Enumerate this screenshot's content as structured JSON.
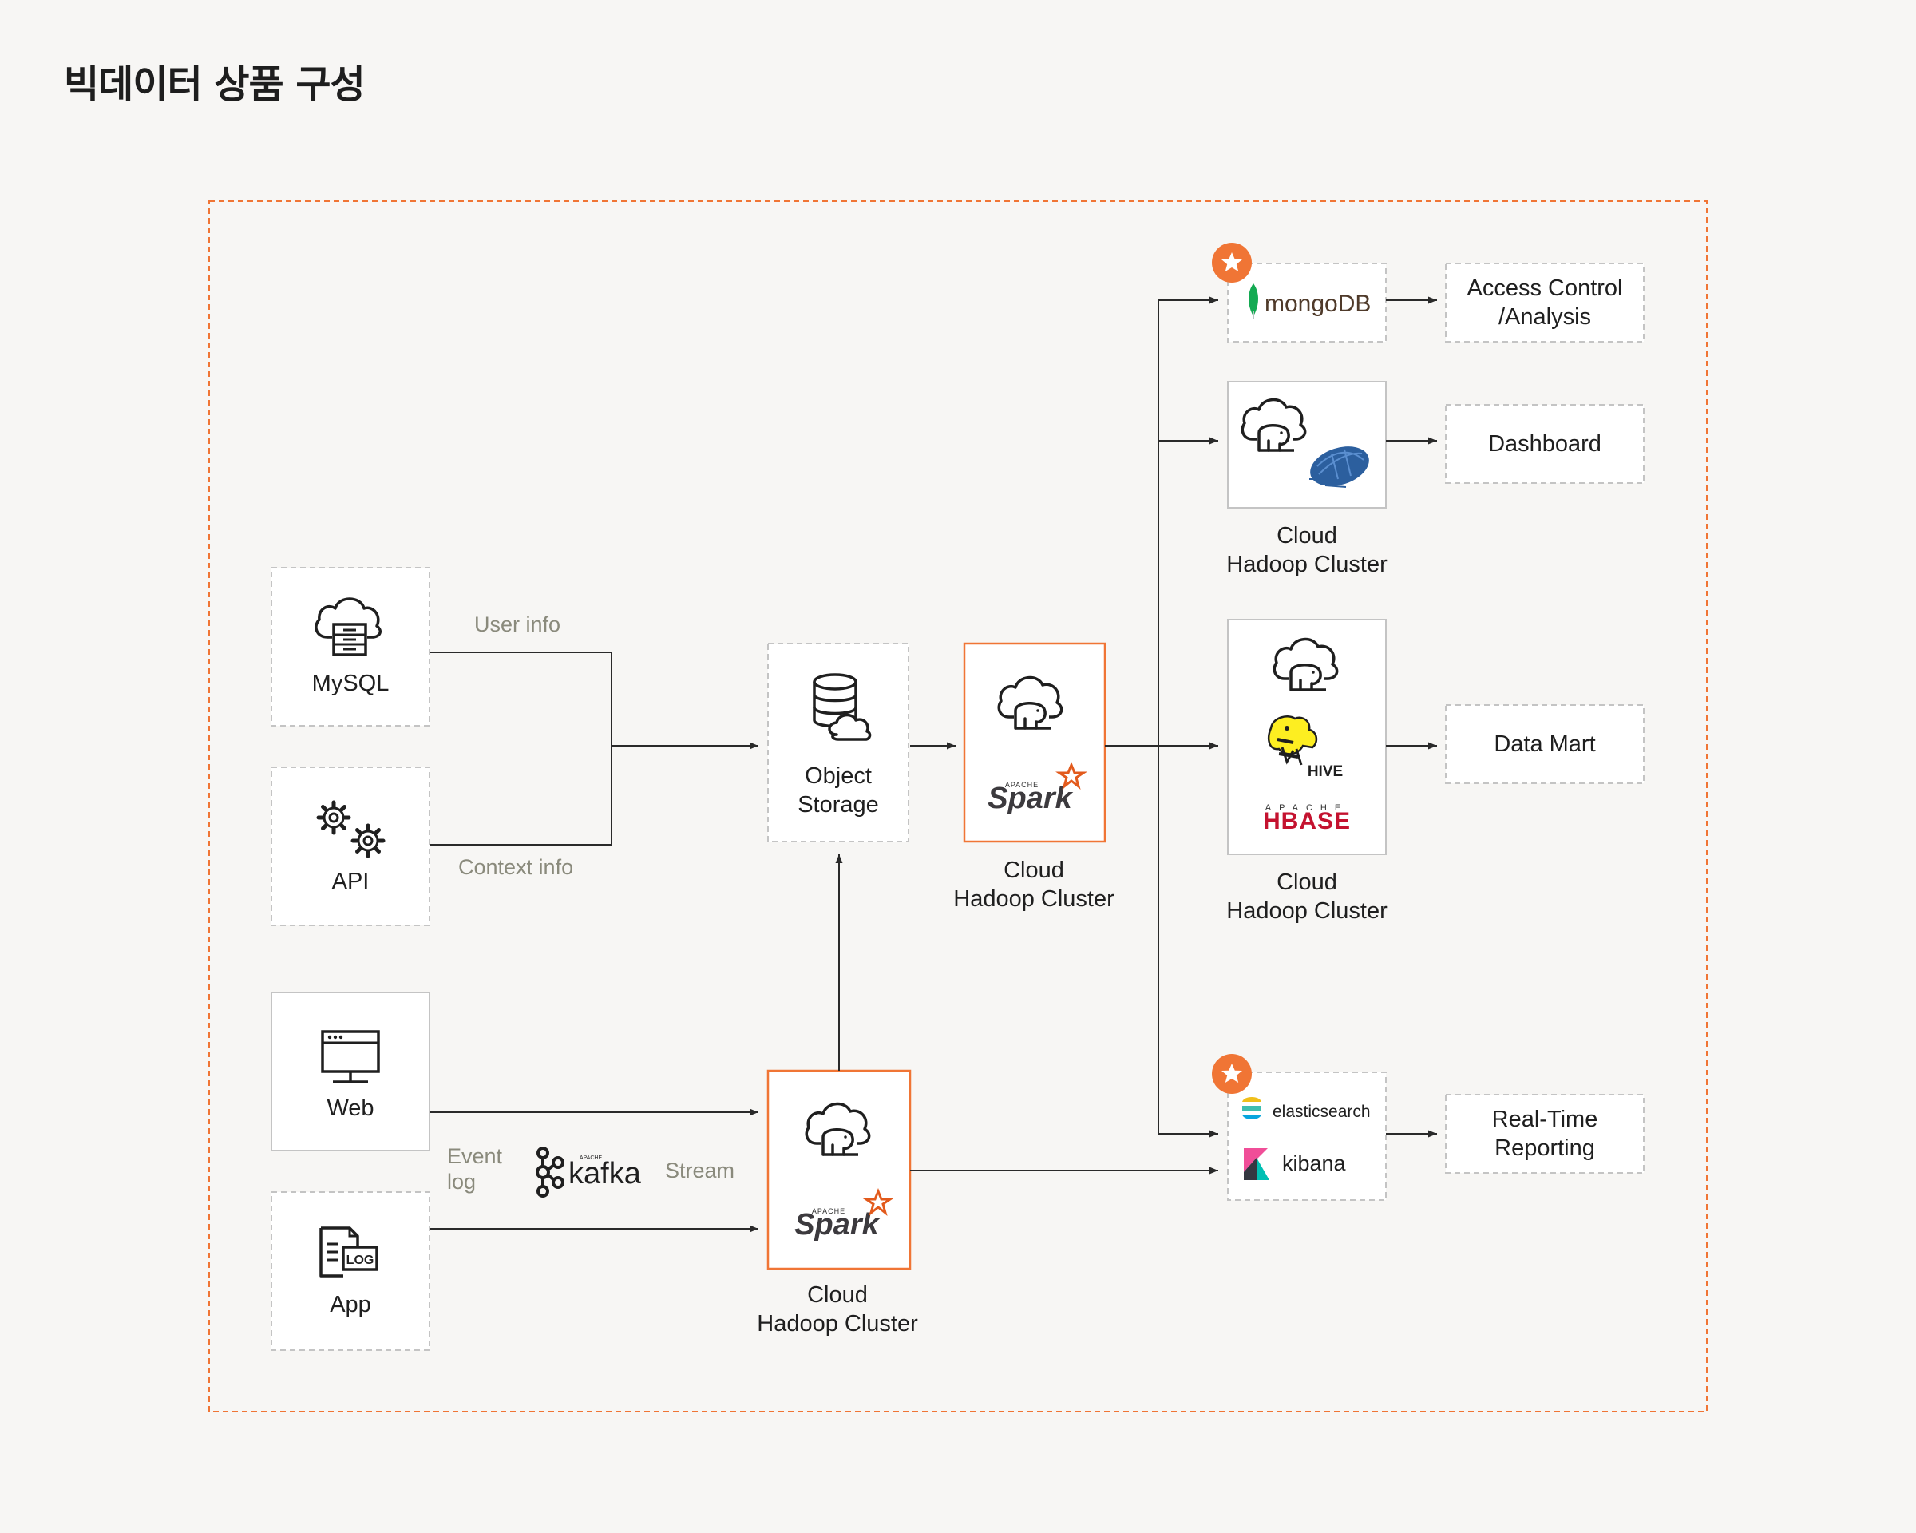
{
  "page_title": "빅데이터 상품 구성",
  "sources": {
    "mysql": "MySQL",
    "api": "API",
    "web": "Web",
    "app": "App"
  },
  "edge_labels": {
    "user_info": "User info",
    "context_info": "Context info",
    "event_log_1": "Event",
    "event_log_2": "log",
    "stream": "Stream"
  },
  "object_storage": {
    "line1": "Object",
    "line2": "Storage"
  },
  "cluster": {
    "line1": "Cloud",
    "line2": "Hadoop Cluster"
  },
  "logos": {
    "spark_small": "APACHE",
    "spark": "Spark",
    "kafka_small": "APACHE",
    "kafka": "kafka",
    "mongodb": "mongoDB",
    "hive": "HIVE",
    "hbase_small": "APACHE",
    "hbase": "HBASE",
    "elasticsearch": "elasticsearch",
    "kibana": "kibana",
    "log_badge": "LOG"
  },
  "outputs": {
    "access_1": "Access Control",
    "access_2": "/Analysis",
    "dashboard": "Dashboard",
    "data_mart": "Data Mart",
    "realtime_1": "Real-Time",
    "realtime_2": "Reporting"
  },
  "colors": {
    "accent": "#f07535",
    "dashed_border": "#c4c4c4",
    "line": "#2a2a2a",
    "muted_text": "#8a8a7c",
    "background": "#f7f6f4"
  }
}
